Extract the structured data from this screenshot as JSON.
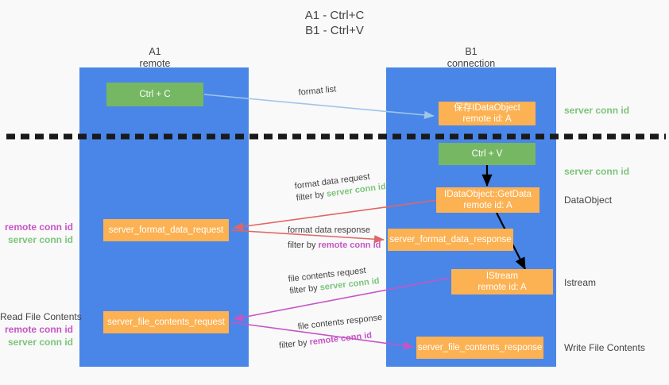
{
  "title": {
    "line1": "A1 - Ctrl+C",
    "line2": "B1 - Ctrl+V"
  },
  "columns": [
    {
      "name": "A1",
      "sub": "remote"
    },
    {
      "name": "B1",
      "sub": "connection"
    }
  ],
  "nodes": {
    "ctrl_c": "Ctrl + C",
    "ctrl_v": "Ctrl + V",
    "save_idataobject_l1": "保存IDataObject",
    "save_idataobject_l2": "remote id: A",
    "getdata_l1": "IDataObject::GetData",
    "getdata_l2": "remote id: A",
    "istream_l1": "IStream",
    "istream_l2": "remote id: A",
    "server_format_data_request": "server_format_data_request",
    "server_format_data_response": "server_format_data_response",
    "server_file_contents_request": "server_file_contents_request",
    "server_file_contents_response": "server_file_contents_response"
  },
  "right_labels": {
    "server_conn_id_top": "server conn id",
    "server_conn_id_mid": "server conn id",
    "dataobject": "DataObject",
    "istream": "Istream",
    "write_file_contents": "Write File Contents"
  },
  "left_labels": {
    "remote_conn_id_1": "remote conn id",
    "server_conn_id_1": "server conn id",
    "read_file_contents": "Read File Contents",
    "remote_conn_id_2": "remote conn id",
    "server_conn_id_2": "server conn id"
  },
  "edges": [
    {
      "label": "format list",
      "filter_prefix": "",
      "filter_value": "",
      "filter_kind": ""
    },
    {
      "label": "format data request",
      "filter_prefix": "filter by ",
      "filter_value": "server conn id",
      "filter_kind": "server"
    },
    {
      "label": "format data response",
      "filter_prefix": "filter by ",
      "filter_value": "remote conn id",
      "filter_kind": "remote"
    },
    {
      "label": "file contents request",
      "filter_prefix": "filter by ",
      "filter_value": "server conn id",
      "filter_kind": "server"
    },
    {
      "label": "file contents response",
      "filter_prefix": "filter by ",
      "filter_value": "remote conn id",
      "filter_kind": "remote"
    }
  ],
  "colors": {
    "column_blue": "#4a86e8",
    "node_green": "#76b763",
    "node_orange": "#fcb152",
    "arrow_lightblue": "#9fc5e8",
    "arrow_red": "#e06666",
    "arrow_magenta": "#c555c5",
    "arrow_black": "#000000",
    "text_green": "#7cc47c",
    "text_magenta": "#c555c5",
    "background": "#f9f9f9"
  }
}
